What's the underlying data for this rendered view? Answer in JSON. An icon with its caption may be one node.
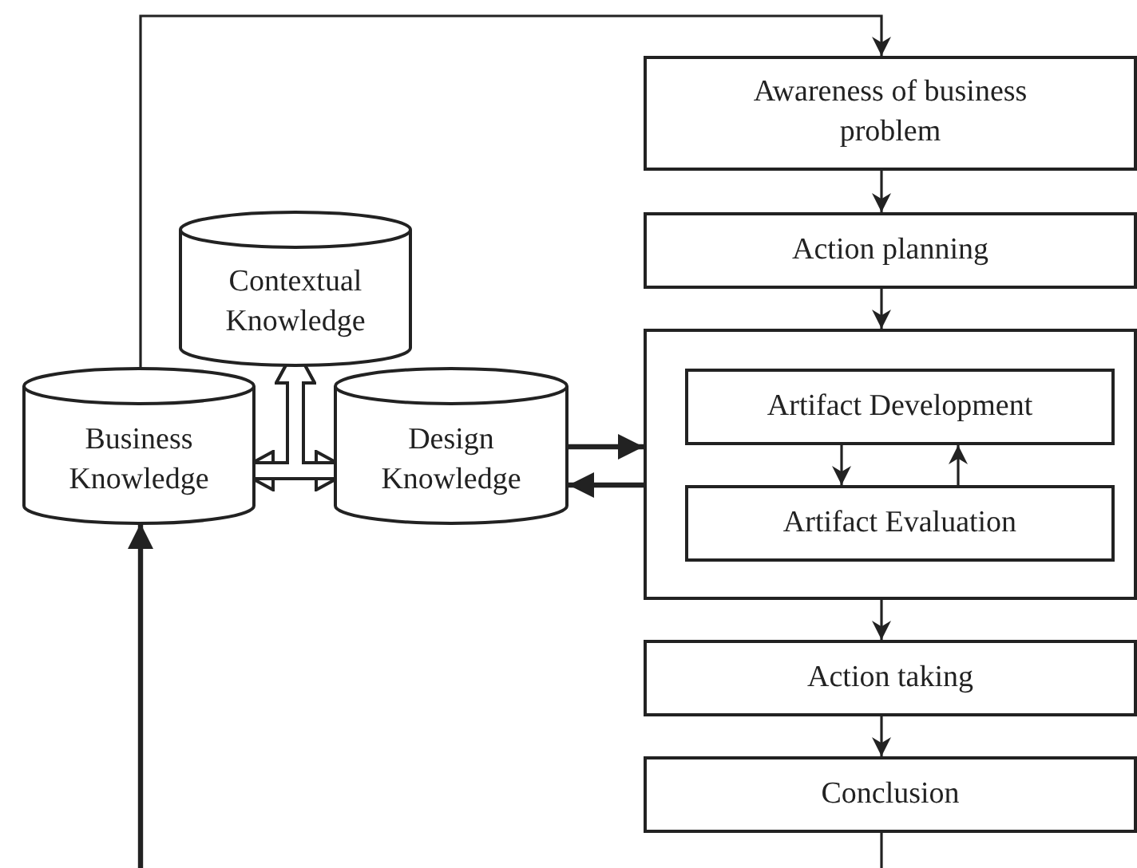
{
  "diagram": {
    "nodes": [
      {
        "text": [
          "Awareness of business problem"
        ]
      },
      {
        "text": [
          "Action planning"
        ]
      },
      {
        "text": [
          "Contextual Knowledge"
        ]
      },
      {
        "text": [
          "Business Knowledge"
        ]
      },
      {
        "text": [
          "Design Knowledge"
        ]
      },
      {
        "text": [],
        "shape": "box"
      },
      {
        "text": [
          "Artifact Development"
        ],
        "in": 5
      },
      {
        "text": [
          "Artifact Evaluation"
        ],
        "in": 5
      },
      {
        "text": [
          "Action taking"
        ]
      },
      {
        "text": [
          "Conclusion"
        ]
      }
    ],
    "edges": [
      {
        "from": 3,
        "to": 0,
        "arrow": "to"
      },
      {
        "from": 0,
        "to": 1,
        "arrow": "to"
      },
      {
        "from": 1,
        "to": 5,
        "arrow": "to"
      },
      {
        "from": 5,
        "to": 8,
        "arrow": "to"
      },
      {
        "from": 8,
        "to": 9,
        "arrow": "to"
      },
      {
        "from": 6,
        "to": 7,
        "arrow": "to"
      },
      {
        "from": 7,
        "to": 6,
        "arrow": "to"
      },
      {
        "from": 4,
        "to": 5,
        "arrow": "to",
        "style": "thick"
      },
      {
        "from": 5,
        "to": 4,
        "arrow": "to",
        "style": "thick"
      },
      {
        "from": 3,
        "to": 4,
        "arrow": "both",
        "style": "thick"
      },
      {
        "from": 3,
        "to": 2,
        "arrow": "to",
        "style": "thick"
      },
      {
        "from": 4,
        "to": 2,
        "arrow": "to",
        "style": "thick"
      },
      {
        "from": null,
        "to": 3,
        "arrow": "to",
        "style": "thick"
      },
      {
        "from": 9,
        "to": null,
        "arrow": "none"
      }
    ]
  }
}
